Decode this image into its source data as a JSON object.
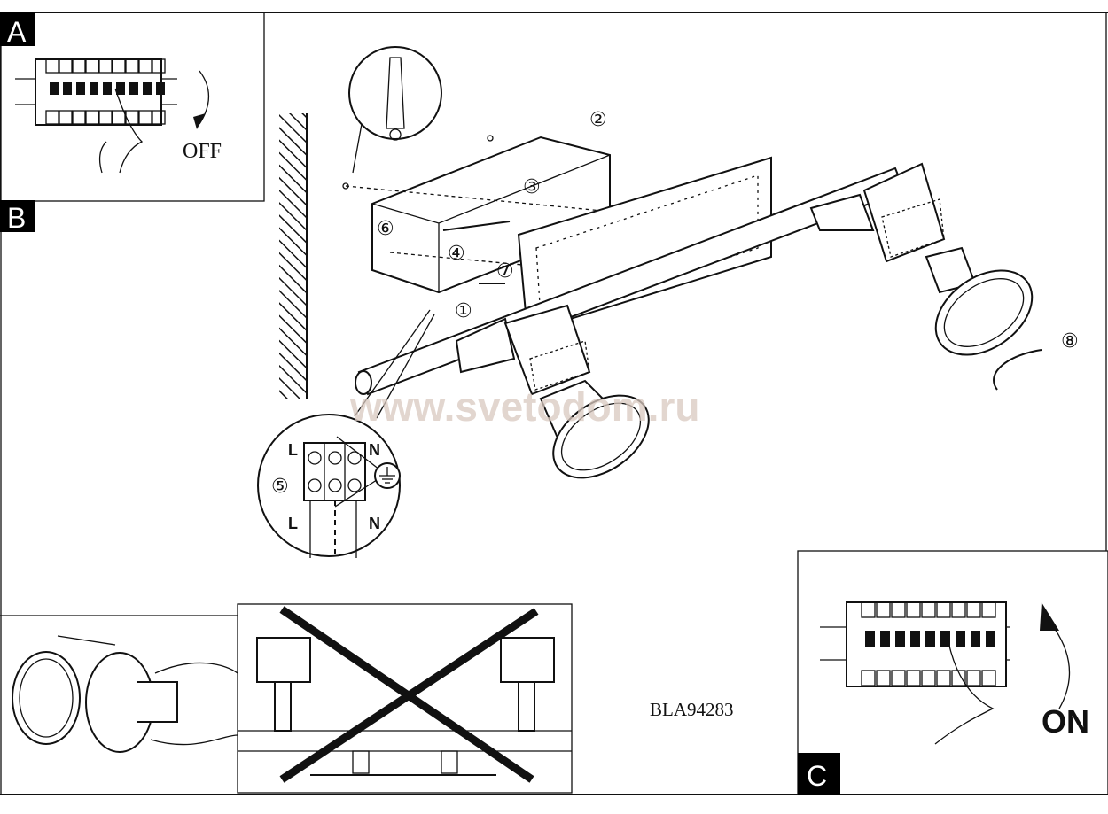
{
  "panels": {
    "a": {
      "label": "A",
      "action": "OFF"
    },
    "b": {
      "label": "B"
    },
    "c": {
      "label": "C",
      "action": "ON"
    }
  },
  "steps": [
    "①",
    "②",
    "③",
    "④",
    "⑤",
    "⑥",
    "⑦",
    "⑧"
  ],
  "wiring": {
    "top_left": "L",
    "top_right": "N",
    "bottom_left": "L",
    "bottom_right": "N"
  },
  "watermark": "www.svetodom.ru",
  "model_code": "BLA94283",
  "icons": [
    "breaker-panel-icon",
    "hand-icon",
    "arrow-icon",
    "wall-hatch-icon",
    "dowel-icon",
    "earth-ground-icon",
    "cross-out-icon"
  ]
}
